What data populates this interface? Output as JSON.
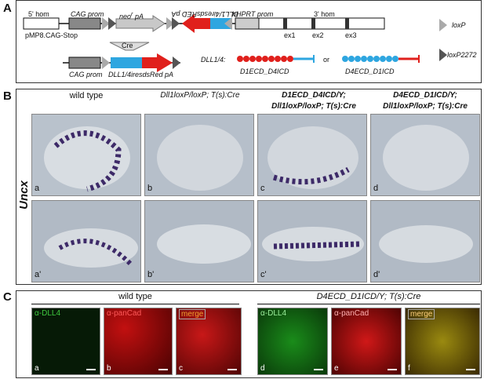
{
  "panelA": {
    "letter": "A",
    "hom5": "5' hom",
    "cag_prom": "CAG prom",
    "neo_pa": "neo",
    "neo_sup": "r",
    "neo_pa2": " pA",
    "rev_label": "DLL1/4iresdsRED pA",
    "hprt": "hHPRT prom",
    "hom3": "3' hom",
    "ex1": "ex1",
    "ex2": "ex2",
    "ex3": "ex3",
    "pmp8": "pMP8.CAG-Stop",
    "cre": "Cre",
    "cag_prom2": "CAG prom",
    "dll_pa": "DLL1/4iresdsRed pA",
    "loxp": "loxP",
    "loxp2272": "loxP2272",
    "dll14": "DLL1/4:",
    "d1": "D1ECD_D4ICD",
    "or": "or",
    "d4": "D4ECD_D1ICD"
  },
  "panelB": {
    "letter": "B",
    "uncx": "Uncx",
    "headers": [
      "wild type",
      "Dll1loxP/loxP; T(s):Cre",
      "D1ECD_D4ICD/Y;",
      "Dll1loxP/loxP; T(s):Cre",
      "D4ECD_D1ICD/Y;",
      "Dll1loxP/loxP; T(s):Cre"
    ],
    "top_labels": [
      "a",
      "b",
      "c",
      "d"
    ],
    "bottom_labels": [
      "a'",
      "b'",
      "c'",
      "d'"
    ]
  },
  "panelC": {
    "letter": "C",
    "head_left": "wild type",
    "head_right": "D4ECD_D1ICD/Y; T(s):Cre",
    "stains": [
      "α-DLL4",
      "α-panCad",
      "merge",
      "α-DLL4",
      "α-panCad",
      "merge"
    ],
    "labels": [
      "a",
      "b",
      "c",
      "d",
      "e",
      "f"
    ]
  },
  "colors": {
    "red": "#e0201c",
    "blue": "#2ea6e0",
    "grey": "#9a9a9a",
    "darkgrey": "#555555"
  }
}
